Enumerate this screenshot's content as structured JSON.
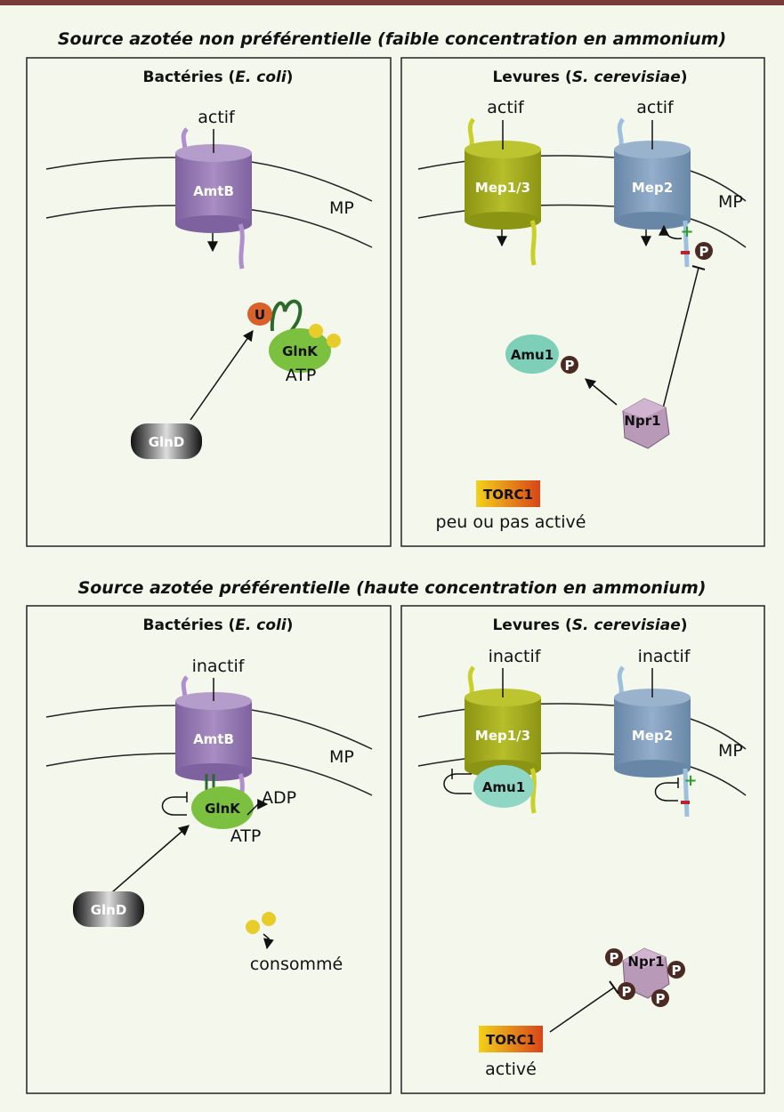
{
  "sections": [
    {
      "title": "Source azotée non préférentielle (faible concentration en ammonium)",
      "bacteria": {
        "header_main": "Bactéries (",
        "header_italic": "E. coli",
        "header_end": ")",
        "transporter": "AmtB",
        "state": "actif",
        "uridylyl": "U",
        "glnk": "GlnK",
        "atp": "ATP",
        "glnd": "GlnD"
      },
      "yeast": {
        "header_main": "Levures (",
        "header_italic": "S. cerevisiae",
        "header_end": ")",
        "mep13": "Mep1/3",
        "mep2": "Mep2",
        "state_mep13": "actif",
        "state_mep2": "actif",
        "membrane": "MP",
        "amu1": "Amu1",
        "npr1": "Npr1",
        "phospho": "P",
        "plus": "+",
        "minus": "−",
        "torc1": "TORC1",
        "torc1_state": "peu ou pas activé"
      },
      "bacteria_membrane": "MP"
    },
    {
      "title": "Source azotée préférentielle (haute concentration en ammonium)",
      "bacteria": {
        "header_main": "Bactéries (",
        "header_italic": "E. coli",
        "header_end": ")",
        "transporter": "AmtB",
        "state": "inactif",
        "glnk": "GlnK",
        "adp": "ADP",
        "atp": "ATP",
        "glnd": "GlnD",
        "consumed": "consommé"
      },
      "yeast": {
        "header_main": "Levures (",
        "header_italic": "S. cerevisiae",
        "header_end": ")",
        "mep13": "Mep1/3",
        "mep2": "Mep2",
        "state_mep13": "inactif",
        "state_mep2": "inactif",
        "membrane": "MP",
        "amu1": "Amu1",
        "npr1": "Npr1",
        "phospho": "P",
        "plus": "+",
        "minus": "−",
        "torc1": "TORC1",
        "torc1_state": "activé"
      },
      "bacteria_membrane": "MP"
    }
  ],
  "colors": {
    "amtb": "#9b7fb3",
    "mep13": "#a8b020",
    "mep2": "#7f9dba",
    "glnk": "#7cc040",
    "amu1": "#7ecfb8",
    "npr1": "#b89ab8",
    "uridylyl": "#d9612a",
    "atp_dot": "#e8cc2a",
    "phospho": "#4a2a22"
  }
}
